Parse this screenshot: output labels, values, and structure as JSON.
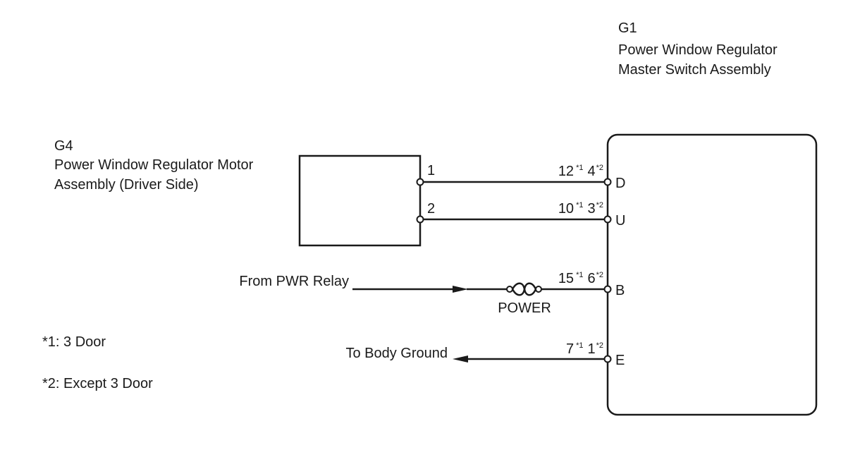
{
  "switch_assembly": {
    "code": "G1",
    "name_line1": "Power Window Regulator",
    "name_line2": "Master Switch Assembly",
    "terminals": {
      "d": "D",
      "u": "U",
      "b": "B",
      "e": "E"
    }
  },
  "motor_assembly": {
    "code": "G4",
    "name_line1": "Power Window Regulator Motor",
    "name_line2": "Assembly (Driver Side)",
    "terminals": {
      "t1": "1",
      "t2": "2"
    }
  },
  "wires": {
    "d": {
      "pin_a": "12",
      "note_a": "*1",
      "pin_b": "4",
      "note_b": "*2"
    },
    "u": {
      "pin_a": "10",
      "note_a": "*1",
      "pin_b": "3",
      "note_b": "*2"
    },
    "b": {
      "pin_a": "15",
      "note_a": "*1",
      "pin_b": "6",
      "note_b": "*2"
    },
    "e": {
      "pin_a": "7",
      "note_a": "*1",
      "pin_b": "1",
      "note_b": "*2"
    }
  },
  "fuse": {
    "label": "POWER"
  },
  "source": {
    "label": "From PWR Relay"
  },
  "ground": {
    "label": "To Body Ground"
  },
  "notes": {
    "note1": "*1: 3 Door",
    "note2": "*2: Except 3 Door"
  }
}
